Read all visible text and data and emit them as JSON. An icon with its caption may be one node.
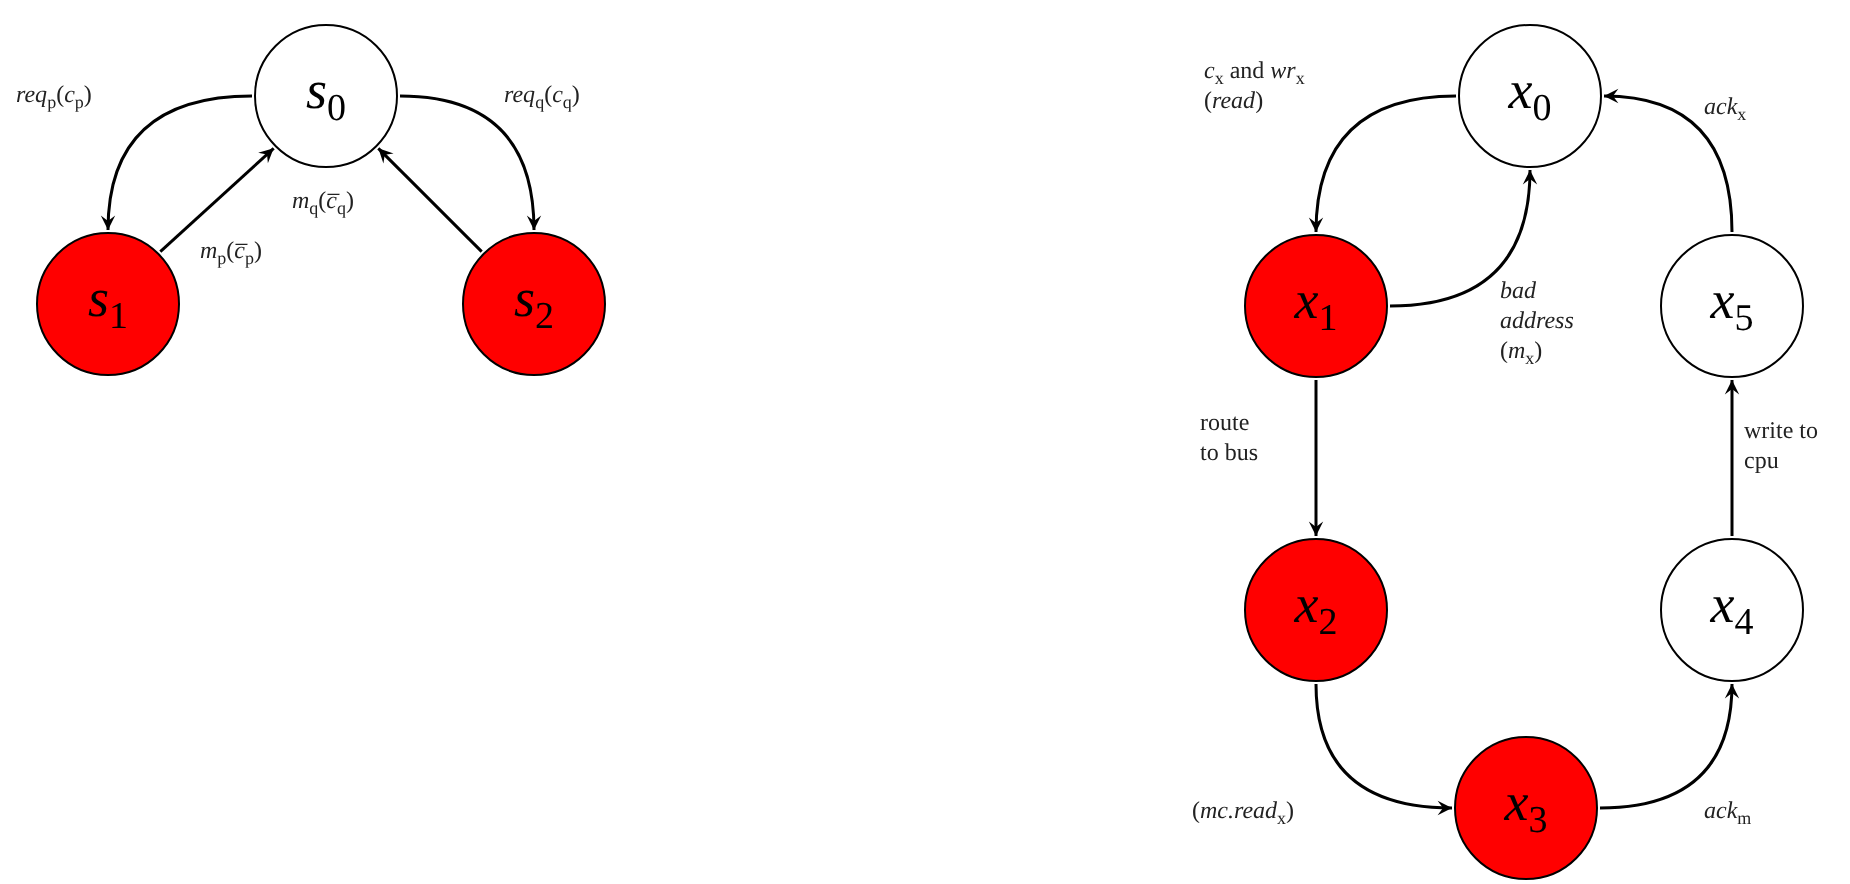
{
  "diagram": {
    "nodes": [
      {
        "text": [
          "*s*$_{0}$"
        ]
      },
      {
        "text": [
          "*s*$_{1}$"
        ]
      },
      {
        "text": [
          "*s*$_{2}$"
        ]
      },
      {
        "text": [
          "*x*$_{0}$"
        ]
      },
      {
        "text": [
          "*x*$_{1}$"
        ]
      },
      {
        "text": [
          "*x*$_{5}$"
        ]
      },
      {
        "text": [
          "*x*$_{2}$"
        ]
      },
      {
        "text": [
          "*x*$_{4}$"
        ]
      },
      {
        "text": [
          "*x*$_{3}$"
        ]
      }
    ],
    "edges": [
      {
        "from": 0,
        "to": 1,
        "arrow": "to",
        "label": "*req*$_{p}$(*c*$_{p}$)"
      },
      {
        "from": 1,
        "to": 0,
        "arrow": "to",
        "label": "*m*$_{p}$(*c̅*$_{p}$)"
      },
      {
        "from": 0,
        "to": 2,
        "arrow": "to",
        "label": "*req*$_{q}$(*c*$_{q}$)"
      },
      {
        "from": 2,
        "to": 0,
        "arrow": "to",
        "label": "*m*$_{q}$(*c̅*$_{q}$)"
      },
      {
        "from": 3,
        "to": 4,
        "arrow": "to",
        "label": "*c*$_{x}$ and *wr*$_{x}$ (*read*)"
      },
      {
        "from": 4,
        "to": 3,
        "arrow": "to",
        "label": "*bad address* (*m*$_{x}$)"
      },
      {
        "from": 4,
        "to": 6,
        "arrow": "to",
        "label": "route to bus"
      },
      {
        "from": 6,
        "to": 8,
        "arrow": "to",
        "label": "(*mc.read*$_{x}$)"
      },
      {
        "from": 8,
        "to": 7,
        "arrow": "to",
        "label": "*ack*$_{m}$"
      },
      {
        "from": 7,
        "to": 5,
        "arrow": "to",
        "label": "write to cpu"
      },
      {
        "from": 5,
        "to": 3,
        "arrow": "to",
        "label": "*ack*$_{x}$"
      }
    ]
  }
}
